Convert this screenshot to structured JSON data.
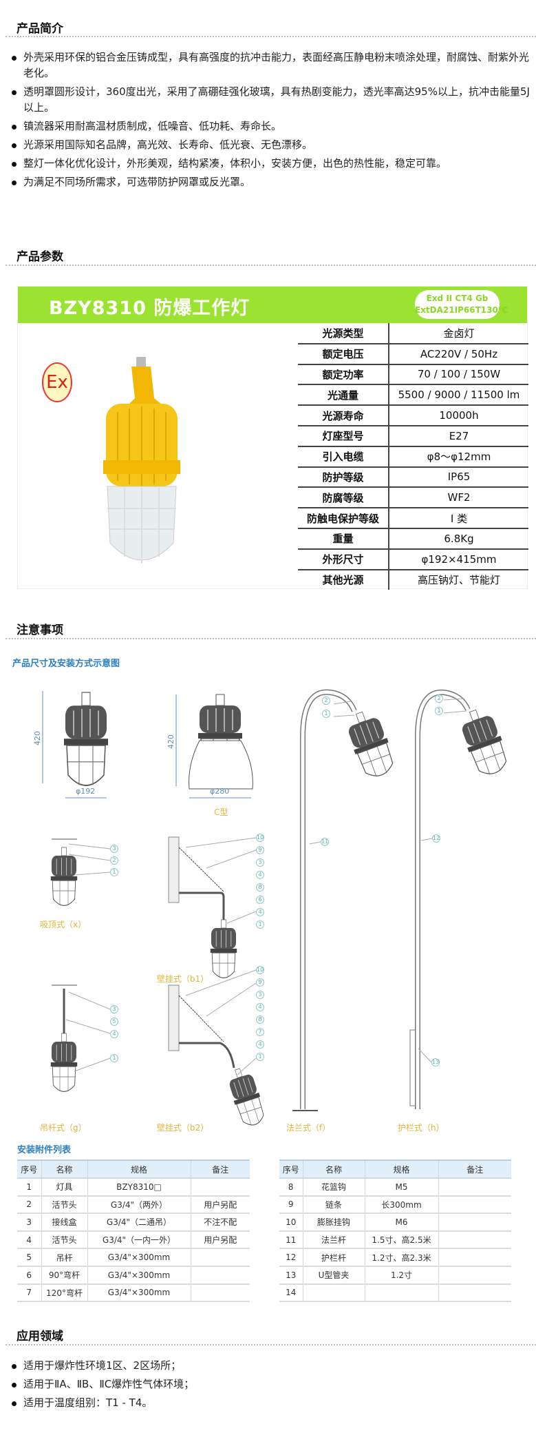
{
  "intro": {
    "heading": "产品简介",
    "items": [
      "外壳采用环保的铝合金压铸成型，具有高强度的抗冲击能力，表面经高压静电粉末喷涂处理，耐腐蚀、耐紫外光老化。",
      "透明罩圆形设计，360度出光，采用了高硼硅强化玻璃，具有热剧变能力，透光率高达95%以上，抗冲击能量5J以上。",
      "镇流器采用耐高温材质制成，低噪音、低功耗、寿命长。",
      "光源采用国际知名品牌，高光效、长寿命、低光衰、无色漂移。",
      "整灯一体化优化设计，外形美观，结构紧凑，体积小，安装方便，出色的热性能，稳定可靠。",
      "为满足不同场所需求，可选带防护网罩或反光罩。"
    ]
  },
  "params": {
    "heading": "产品参数",
    "title": "BZY8310 防爆工作灯",
    "cert_line1": "Exd II CT4  Gb",
    "cert_line2": "ExtDA21IP66T130℃",
    "ex_mark": "Ex",
    "rows": [
      [
        "光源类型",
        "金卤灯"
      ],
      [
        "额定电压",
        "AC220V / 50Hz"
      ],
      [
        "额定功率",
        "70 / 100 / 150W"
      ],
      [
        "光通量",
        "5500 / 9000 / 11500 lm"
      ],
      [
        "光源寿命",
        "10000h"
      ],
      [
        "灯座型号",
        "E27"
      ],
      [
        "引入电缆",
        "φ8～φ12mm"
      ],
      [
        "防护等级",
        "IP65"
      ],
      [
        "防腐等级",
        "WF2"
      ],
      [
        "防触电保护等级",
        "I 类"
      ],
      [
        "重量",
        "6.8Kg"
      ],
      [
        "外形尺寸",
        "φ192×415mm"
      ],
      [
        "其他光源",
        "高压钠灯、节能灯"
      ]
    ]
  },
  "notes": {
    "heading": "注意事项",
    "diagram_title": "产品尺寸及安装方式示意图",
    "dims": {
      "h1": "420",
      "d1": "φ192",
      "h2": "420",
      "d2": "φ280"
    },
    "labels": {
      "c": "C型",
      "x": "吸顶式（x）",
      "b1": "壁挂式（b1）",
      "g": "吊杆式（g）",
      "b2": "壁挂式（b2）",
      "f": "法兰式（f）",
      "h": "护栏式（h）"
    },
    "callouts": {
      "x": [
        "3",
        "2",
        "1"
      ],
      "b1": [
        "10",
        "9",
        "3",
        "4",
        "8",
        "6",
        "4",
        "1"
      ],
      "g": [
        "3",
        "5",
        "4",
        "1"
      ],
      "b2": [
        "10",
        "9",
        "3",
        "4",
        "8",
        "7",
        "4",
        "1"
      ],
      "f": [
        "2",
        "1",
        "11"
      ],
      "h": [
        "2",
        "1",
        "12",
        "13"
      ]
    }
  },
  "accessories": {
    "title": "安装附件列表",
    "headers": [
      "序号",
      "名称",
      "规格",
      "备注"
    ],
    "left": [
      [
        "1",
        "灯具",
        "BZY8310□",
        ""
      ],
      [
        "2",
        "活节头",
        "G3/4\"（两外）",
        "用户另配"
      ],
      [
        "3",
        "接线盒",
        "G3/4\"（二通吊）",
        "不注不配"
      ],
      [
        "4",
        "活节头",
        "G3/4\"（一内一外）",
        "用户另配"
      ],
      [
        "5",
        "吊杆",
        "G3/4\"×300mm",
        ""
      ],
      [
        "6",
        "90°弯杆",
        "G3/4\"×300mm",
        ""
      ],
      [
        "7",
        "120°弯杆",
        "G3/4\"×300mm",
        ""
      ]
    ],
    "right": [
      [
        "8",
        "花篮钩",
        "M5",
        ""
      ],
      [
        "9",
        "链条",
        "长300mm",
        ""
      ],
      [
        "10",
        "膨胀挂钩",
        "M6",
        ""
      ],
      [
        "11",
        "法兰杆",
        "1.5寸、高2.5米",
        ""
      ],
      [
        "12",
        "护栏杆",
        "1.2寸、高2.3米",
        ""
      ],
      [
        "13",
        "U型管夹",
        "1.2寸",
        ""
      ],
      [
        "14",
        "",
        "",
        ""
      ]
    ]
  },
  "application": {
    "heading": "应用领域",
    "items": [
      "适用于爆炸性环境1区、2区场所；",
      "适用于ⅡA、ⅡB、ⅡC爆炸性气体环境；",
      "适用于温度组别：T1 - T4。"
    ]
  },
  "colors": {
    "banner": "#9be330",
    "lamp_yellow": "#f2b705",
    "accent_blue": "#2b7fc2"
  }
}
